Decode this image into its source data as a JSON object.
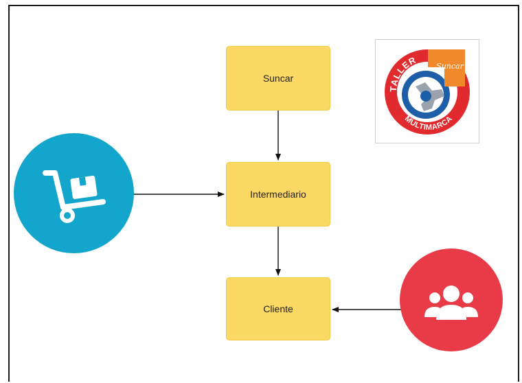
{
  "diagram": {
    "nodes": {
      "suncar": {
        "label": "Suncar"
      },
      "intermediario": {
        "label": "Intermediario"
      },
      "cliente": {
        "label": "Cliente"
      }
    },
    "edges": [
      {
        "from": "suncar",
        "to": "intermediario"
      },
      {
        "from": "intermediario",
        "to": "cliente"
      },
      {
        "from": "cart",
        "to": "intermediario"
      },
      {
        "from": "users",
        "to": "cliente"
      }
    ]
  },
  "logo": {
    "top_text": "TALLER",
    "bottom_text": "MULTIMARCA",
    "script_text": "Suncar"
  },
  "icons": {
    "cart": "hand-truck-icon",
    "users": "user-group-icon"
  },
  "colors": {
    "node_fill": "#fcd865",
    "cart_circle": "#13a5cc",
    "users_circle": "#e93a47",
    "logo_red": "#e02a2e",
    "logo_orange": "#f08a2c",
    "logo_blue": "#1c5fa8"
  }
}
